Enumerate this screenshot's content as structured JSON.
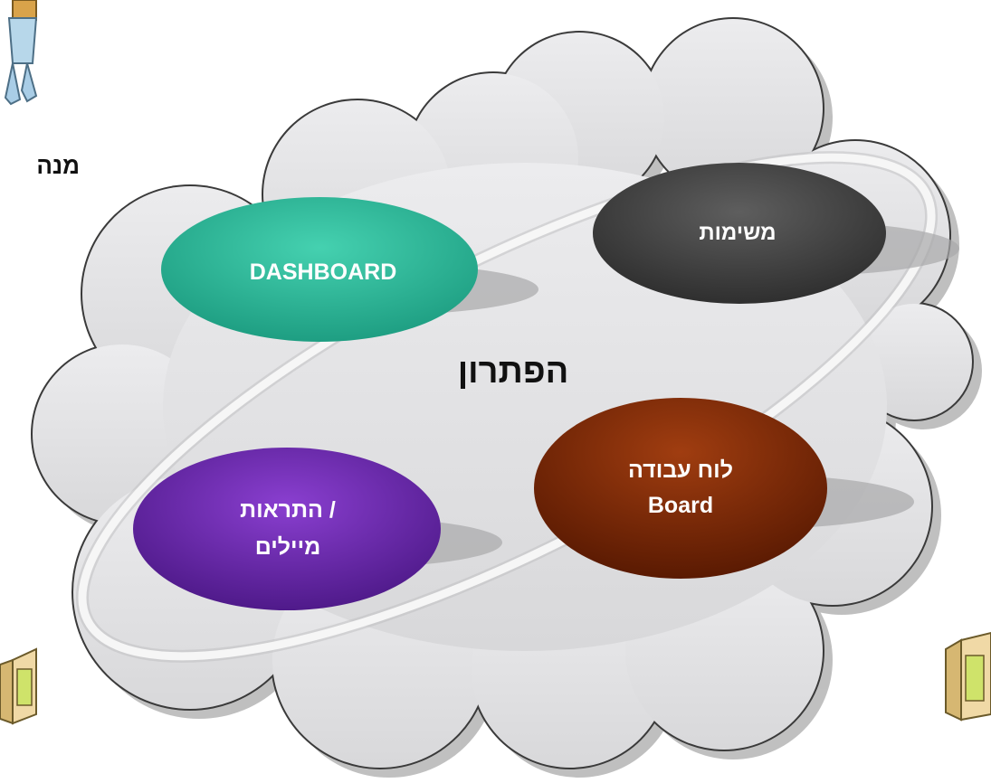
{
  "center_title": "הפתרון",
  "manager_label_fragment": "מנה",
  "nodes": {
    "dashboard": {
      "label": "DASHBOARD",
      "color": "#27b394"
    },
    "tasks": {
      "label": "משימות",
      "color": "#4a4a4a"
    },
    "board": {
      "line1": "לוח עבודה",
      "line2": "Board",
      "color": "#7a2a08"
    },
    "alerts": {
      "line1": "התראות /",
      "line2": "מיילים",
      "color": "#6a27a8"
    }
  },
  "colors": {
    "cloud_fill": "#e4e4e6",
    "cloud_stroke": "#3a3a3a",
    "ring": "#f4f4f4"
  },
  "icons": [
    "person-icon",
    "box-icon-left",
    "box-icon-right"
  ]
}
